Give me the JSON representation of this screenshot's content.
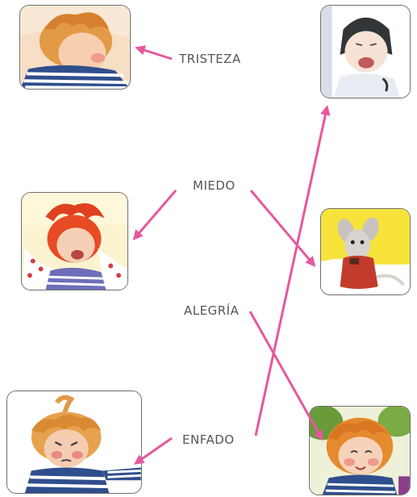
{
  "labels": {
    "tristeza": "TRISTEZA",
    "miedo": "MIEDO",
    "alegria": "ALEGRÍA",
    "enfado": "ENFADO"
  },
  "colors": {
    "arrow": "#e6589d"
  },
  "pictures": [
    "sad-girl-tousled-orange-hair",
    "scared-girl-dark-hair",
    "scared-girl-red-hair",
    "mouse-red-dress",
    "angry-girl-pigtail",
    "happy-girl-curly-orange-hair"
  ]
}
